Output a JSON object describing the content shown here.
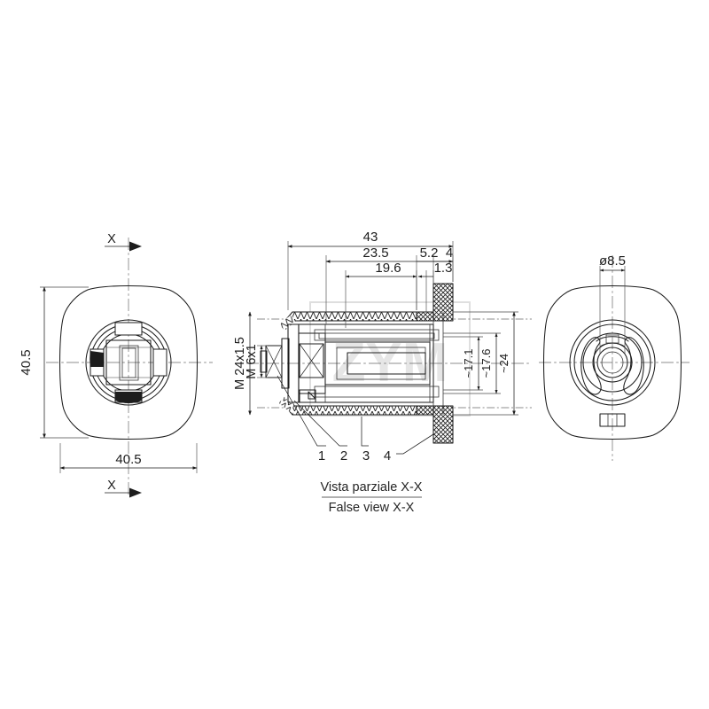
{
  "drawing": {
    "title": "Technical engineering drawing - cam lock / cylinder lock",
    "background_color": "#ffffff",
    "line_color": "#1d1d1d",
    "centerline_color": "#6a6a6a",
    "watermark_text": "ZYM"
  },
  "views": {
    "left": {
      "name": "front-view",
      "section_marker_top": "X",
      "section_marker_bottom": "X",
      "dim_vertical": "40.5",
      "dim_horizontal": "40.5"
    },
    "center": {
      "name": "partial-section-view",
      "caption_it": "Vista parziale X-X",
      "caption_en": "False view X-X",
      "dims_horizontal": [
        "43",
        "23.5",
        "5.2",
        "4",
        "19.6",
        "1.3"
      ],
      "dims_vertical_right": [
        "~17.1",
        "~17.6",
        "~24"
      ],
      "thread_outer": "M 24x1.5",
      "thread_inner": "M 6x1",
      "leader_numbers": [
        "1",
        "2",
        "3",
        "4"
      ]
    },
    "right": {
      "name": "rear-view",
      "dim_diameter": "ø8.5"
    }
  },
  "labels": {
    "d43": "43",
    "d235": "23.5",
    "d52": "5.2",
    "d4": "4",
    "d196": "19.6",
    "d13": "1.3",
    "v171": "~17.1",
    "v176": "~17.6",
    "v24": "~24",
    "m24": "M 24x1.5",
    "m6": "M 6x1",
    "dia85": "ø8.5",
    "w405": "40.5",
    "h405": "40.5",
    "xtop": "X",
    "xbot": "X",
    "n1": "1",
    "n2": "2",
    "n3": "3",
    "n4": "4",
    "cap1": "Vista parziale X-X",
    "cap2": "False view X-X"
  }
}
